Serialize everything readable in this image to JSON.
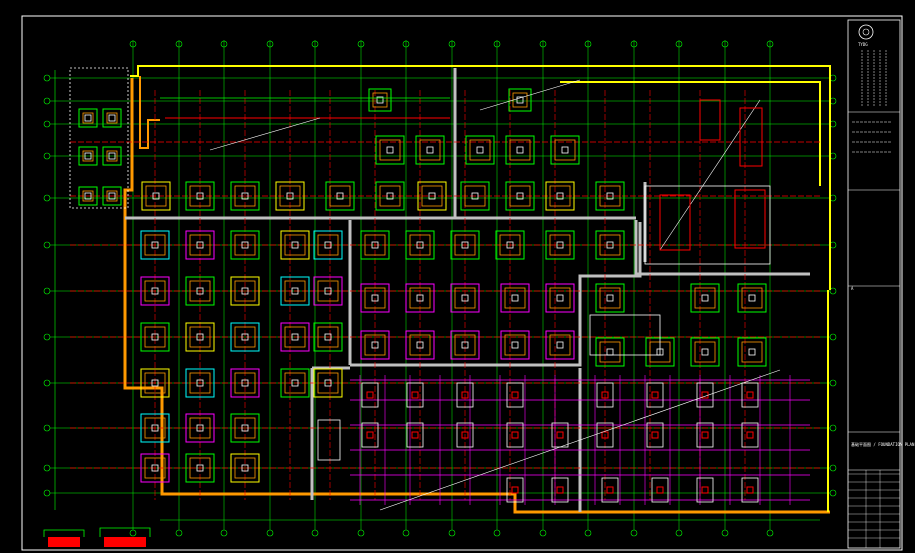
{
  "drawing": {
    "background": "#000000",
    "colors": {
      "border": "#ffffff",
      "grid_axis": "#00ff00",
      "foundation_line": "#ff0000",
      "wall_outline": "#ffff00",
      "wall_fill": "#ff9900",
      "partition": "#c0c0c0",
      "beam": "#ff00ff",
      "pile_cap_green": "#00ff00",
      "pile_cap_cyan": "#00ffff",
      "pile_cap_magenta": "#ff00ff",
      "pile_cap_yellow": "#ffff00",
      "column": "#ff0000",
      "hatch": "#ff0000"
    },
    "icons": {
      "logo": "company-seal-icon",
      "section": "foundation-section-icon"
    }
  },
  "title_block": {
    "logo_text": "TYDG",
    "sheet_label": "A",
    "drawing_title": "基础平面图 / FOUNDATION PLAN",
    "notes_heading": "说明"
  }
}
